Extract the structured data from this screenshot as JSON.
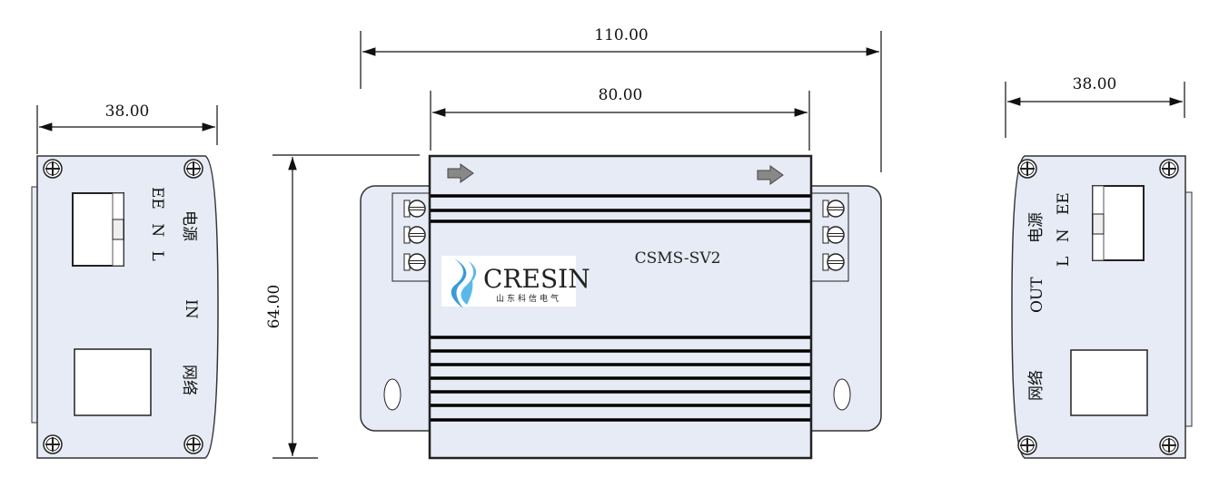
{
  "dimensions": {
    "overall_width": "110.00",
    "body_width": "80.00",
    "height": "64.00",
    "left_side_width": "38.00",
    "right_side_width": "38.00"
  },
  "left_panel": {
    "power_label": "电源",
    "terminals": "EE N L",
    "direction_label": "IN",
    "network_label": "网络"
  },
  "right_panel": {
    "power_label": "电源",
    "terminals": "L N EE",
    "direction_label": "OUT",
    "network_label": "网络"
  },
  "front": {
    "model": "CSMS-SV2",
    "logo_text": "CRESIN",
    "logo_subtext": "山东科信电气"
  },
  "colors": {
    "panel": "#e6ebf5",
    "logo_blue": "#3a9ad9"
  }
}
